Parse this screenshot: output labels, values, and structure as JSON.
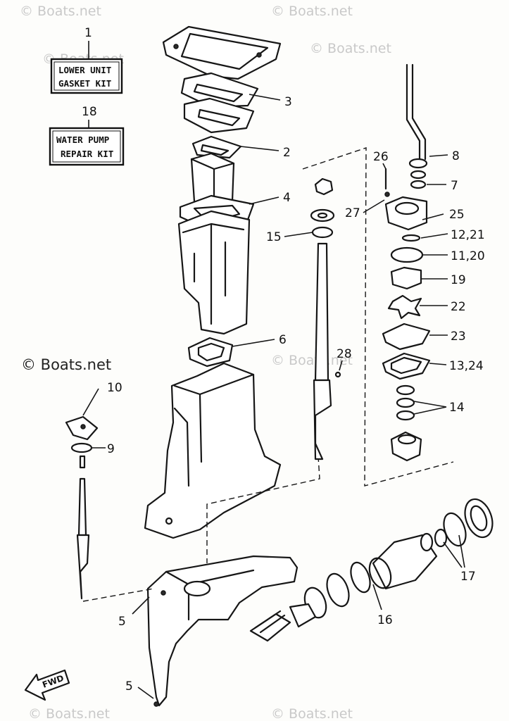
{
  "watermark": {
    "text": "© Boats.net"
  },
  "kits": {
    "gasket_number": "1",
    "gasket_line1": "LOWER UNIT",
    "gasket_line2": "GASKET KIT",
    "pump_number": "18",
    "pump_line1": "WATER PUMP",
    "pump_line2": "REPAIR KIT"
  },
  "direction_label": "FWD",
  "callouts": {
    "c2": "2",
    "c3": "3",
    "c4": "4",
    "c5a": "5",
    "c5b": "5",
    "c6": "6",
    "c7": "7",
    "c8": "8",
    "c9": "9",
    "c10": "10",
    "c11_20": "11,20",
    "c12_21": "12,21",
    "c13_24": "13,24",
    "c14": "14",
    "c15": "15",
    "c16": "16",
    "c17": "17",
    "c19": "19",
    "c22": "22",
    "c23": "23",
    "c25": "25",
    "c26": "26",
    "c27": "27",
    "c28": "28"
  }
}
